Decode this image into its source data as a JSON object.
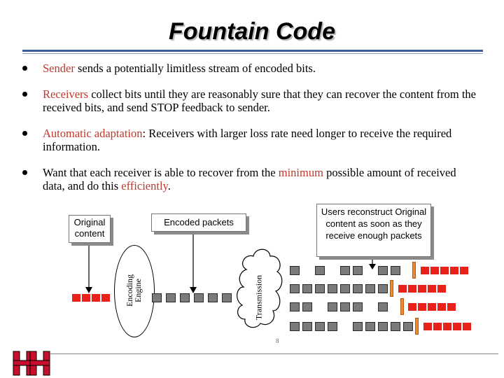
{
  "slide": {
    "title": "Fountain Code",
    "bullets": [
      {
        "pre": "",
        "red": "Sender",
        "post": " sends a potentially limitless stream of encoded bits."
      },
      {
        "pre": "",
        "red": "Receivers",
        "post": " collect bits until they are reasonably sure that they can recover the content from the received bits, and send STOP feedback to sender."
      },
      {
        "pre": "",
        "red": "Automatic adaptation",
        "post": ": Receivers with larger loss rate need longer to receive the required information."
      },
      {
        "pre": "Want that each receiver is able to recover from the ",
        "red": "minimum",
        "mid": " possible amount of received data, and do this ",
        "red2": "efficiently",
        "post": "."
      }
    ]
  },
  "diagram": {
    "original_content": "Original content",
    "encoded_packets": "Encoded packets",
    "users_reconstruct": "Users reconstruct Original content as soon as they receive enough packets",
    "encoding_engine": "Encoding Engine",
    "transmission": "Transmission",
    "page_number": "8"
  },
  "colors": {
    "accent_red": "#c0392b",
    "packet_red": "#e8221a",
    "packet_gray": "#7b7b7b",
    "marker_orange": "#ef8a33",
    "rule_blue": "#3d5d9c"
  }
}
